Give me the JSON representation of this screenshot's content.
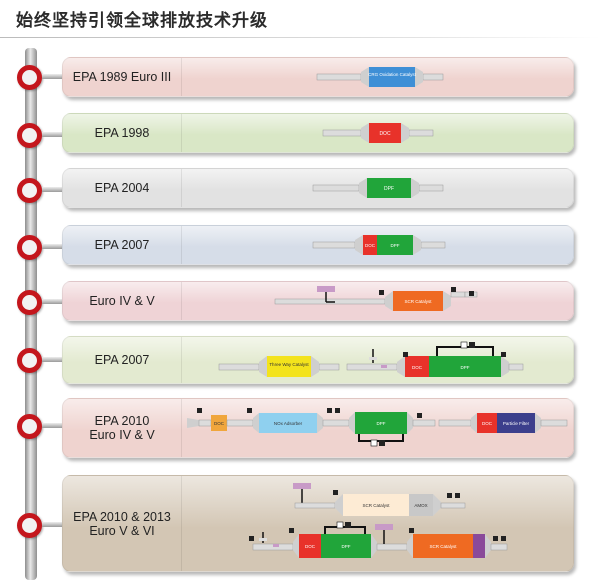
{
  "title": "始终坚持引领全球排放技术升级",
  "colors": {
    "ring": "#c4161c",
    "doc_red": "#e8322a",
    "dpf_green": "#21a53a",
    "scr_orange": "#ef6a22",
    "twc_yellow": "#f3e31c",
    "nox_blue": "#8fd0ef",
    "cfg_blue": "#3e8fd6",
    "amox_purple": "#8a4a9a",
    "doc_orange": "#f0a63c"
  },
  "rows": [
    {
      "label": "EPA 1989 Euro III",
      "bg": "#efd3cf",
      "components": [
        {
          "label": "CRG Oxidation Catalyst"
        }
      ]
    },
    {
      "label": "EPA 1998",
      "bg": "#d9e7c6",
      "components": [
        {
          "label": "DOC"
        }
      ]
    },
    {
      "label": "EPA 2004",
      "bg": "#e2e2e2",
      "components": [
        {
          "label": "DPF"
        }
      ]
    },
    {
      "label": "EPA 2007",
      "bg": "#d6dde8",
      "components": [
        {
          "label": "DOC"
        },
        {
          "label": "DPF"
        }
      ]
    },
    {
      "label": "Euro IV & V",
      "bg": "#efd3d6",
      "components": [
        {
          "label": "SCR Catalyst"
        }
      ]
    },
    {
      "label": "EPA 2007",
      "bg": "#e3ead0",
      "components": [
        {
          "label": "Three Way Catalyst"
        },
        {
          "label": "DOC"
        },
        {
          "label": "DPF"
        }
      ]
    },
    {
      "label": "EPA 2010\nEuro IV & V",
      "bg": "#efd3cf",
      "components": [
        {
          "label": "DOC"
        },
        {
          "label": "NOx Adsorber"
        },
        {
          "label": "DPF"
        },
        {
          "label": "DOC"
        },
        {
          "label": "Particle Filter"
        }
      ]
    },
    {
      "label": "EPA 2010 & 2013\nEuro V & VI",
      "bg": "#d3c6b4",
      "components": [
        {
          "label": "SCR Catalyst"
        },
        {
          "label": "AMOX"
        },
        {
          "label": "DOC"
        },
        {
          "label": "DPF"
        },
        {
          "label": "SCR Catalyst"
        }
      ]
    }
  ]
}
